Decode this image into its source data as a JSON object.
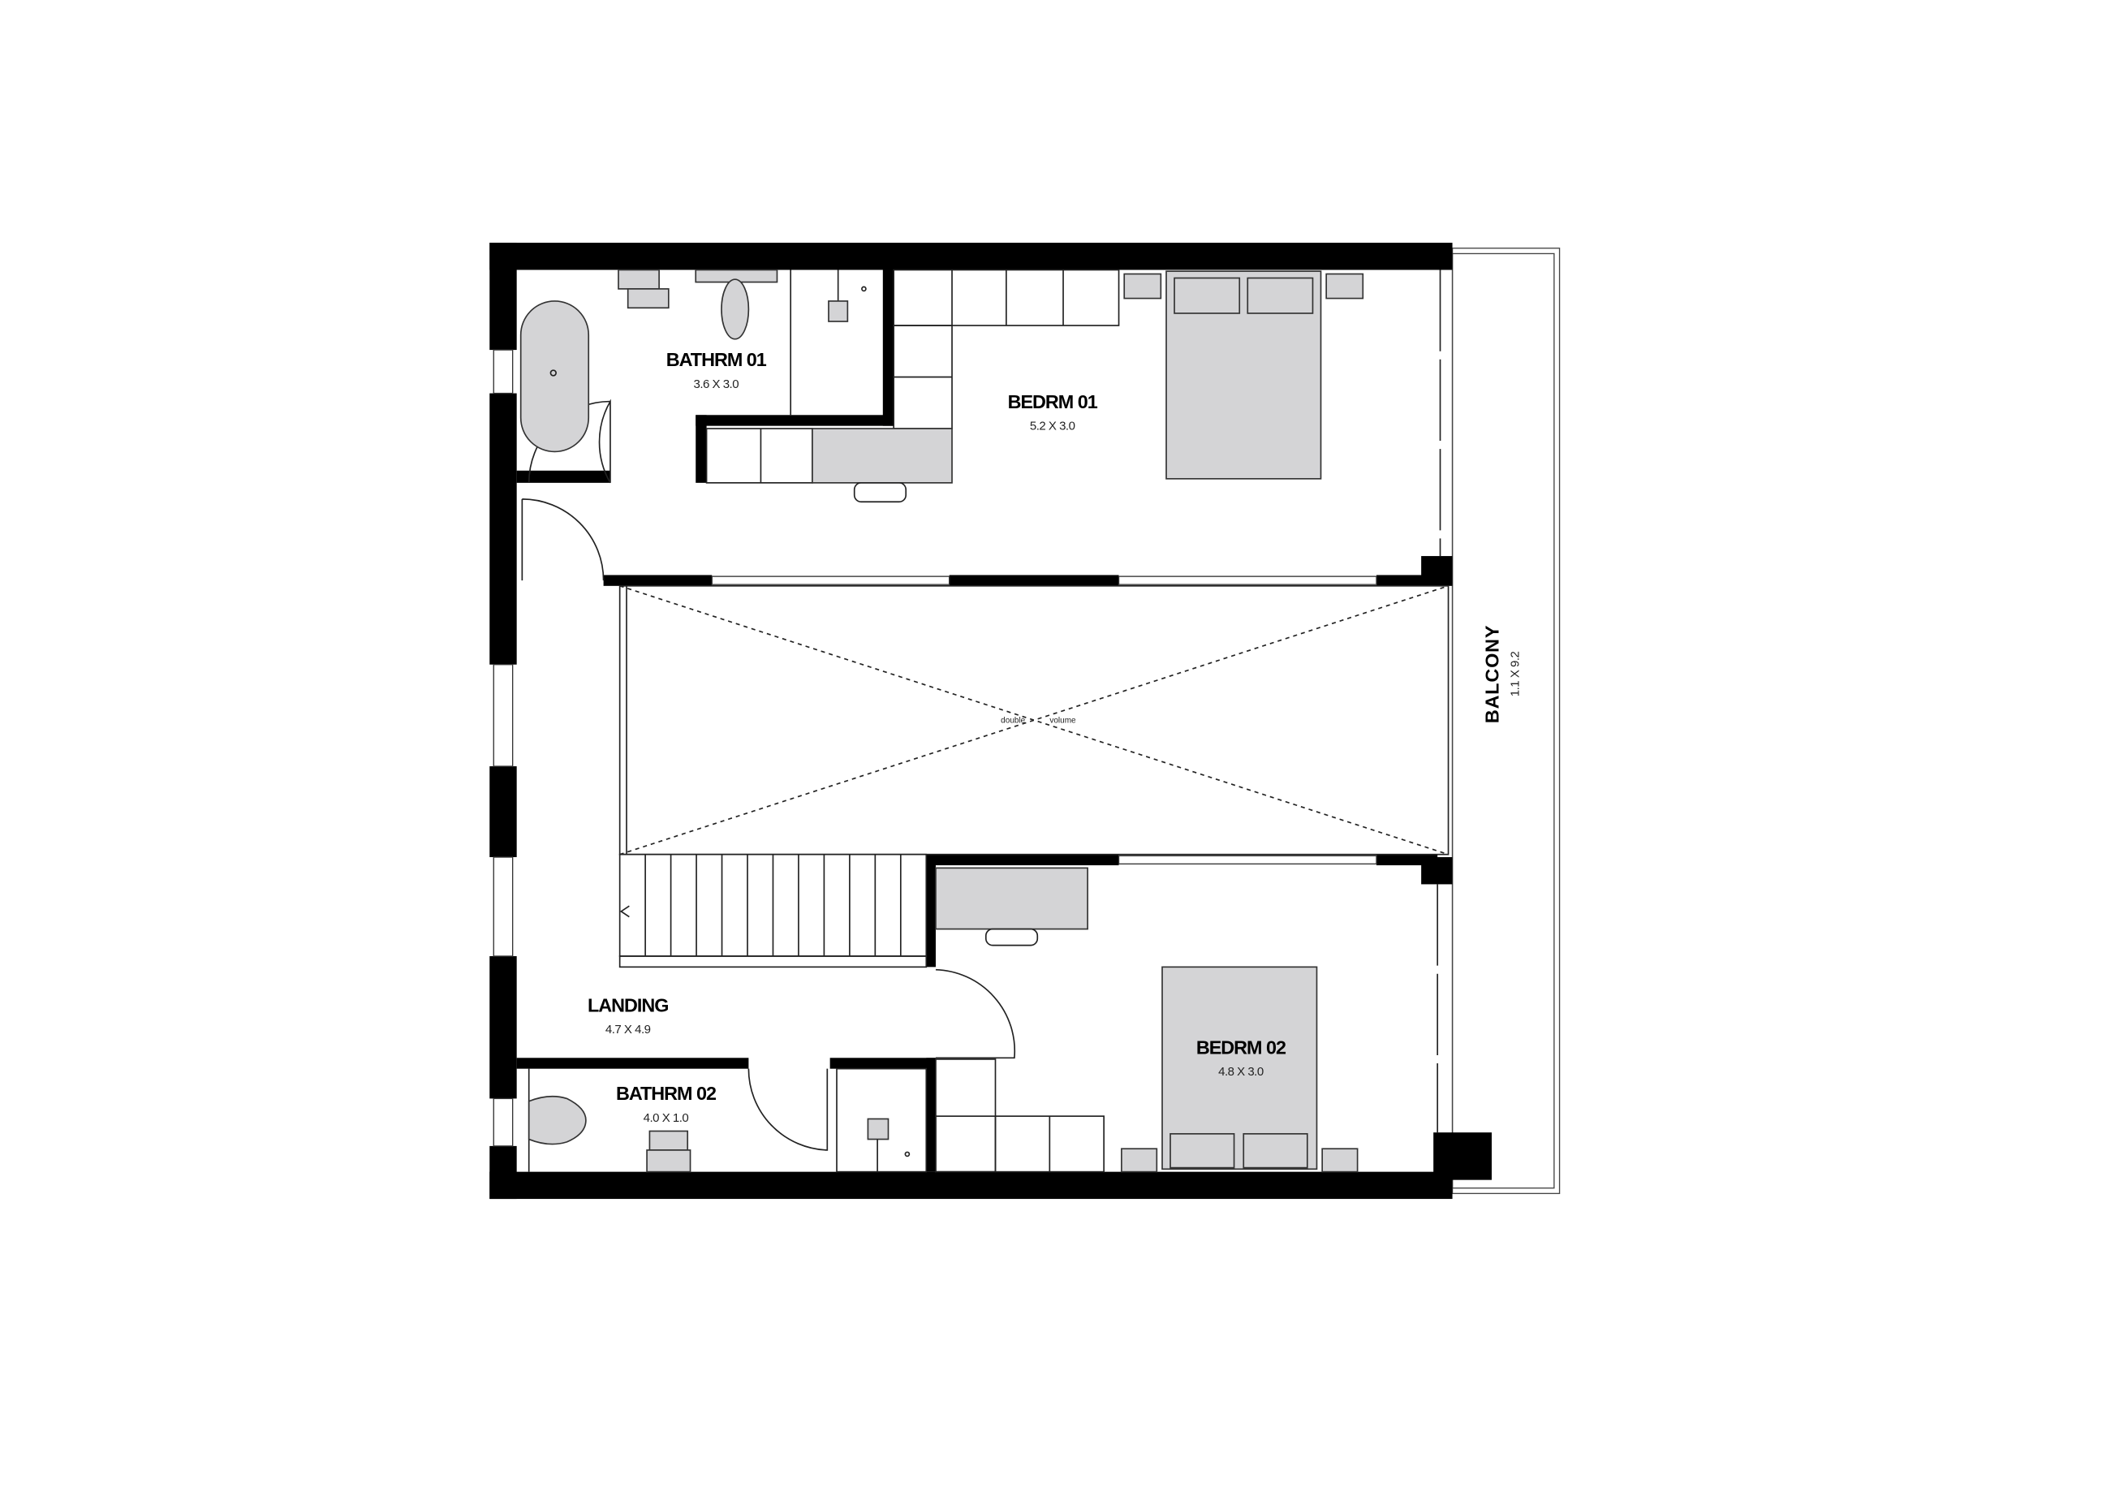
{
  "plan": {
    "rooms": [
      {
        "name": "BATHRM 01",
        "dims": "3.6 X 3.0"
      },
      {
        "name": "BEDRM 01",
        "dims": "5.2 X 3.0"
      },
      {
        "name": "BALCONY",
        "dims": "1.1 X 9.2"
      },
      {
        "name": "LANDING",
        "dims": "4.7 X 4.9"
      },
      {
        "name": "BATHRM 02",
        "dims": "4.0 X 1.0"
      },
      {
        "name": "BEDRM 02",
        "dims": "4.8 X 3.0"
      }
    ],
    "void_label_left": "double",
    "void_label_right": "volume"
  },
  "colors": {
    "wall": "#000000",
    "furniture": "#d4d4d6"
  }
}
